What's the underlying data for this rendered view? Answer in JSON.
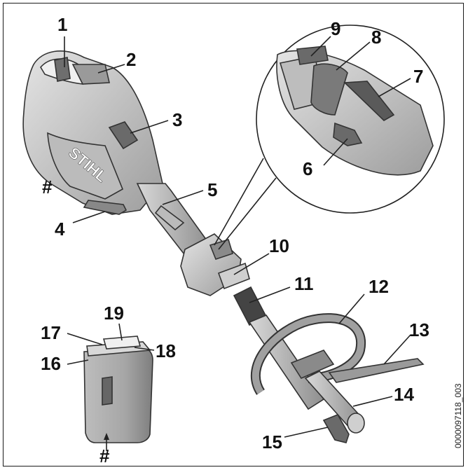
{
  "callouts": [
    {
      "id": "c1",
      "text": "1"
    },
    {
      "id": "c2",
      "text": "2"
    },
    {
      "id": "c3",
      "text": "3"
    },
    {
      "id": "c4",
      "text": "4"
    },
    {
      "id": "c5",
      "text": "5"
    },
    {
      "id": "c6",
      "text": "6"
    },
    {
      "id": "c7",
      "text": "7"
    },
    {
      "id": "c8",
      "text": "8"
    },
    {
      "id": "c9",
      "text": "9"
    },
    {
      "id": "c10",
      "text": "10"
    },
    {
      "id": "c11",
      "text": "11"
    },
    {
      "id": "c12",
      "text": "12"
    },
    {
      "id": "c13",
      "text": "13"
    },
    {
      "id": "c14",
      "text": "14"
    },
    {
      "id": "c15",
      "text": "15"
    },
    {
      "id": "c16",
      "text": "16"
    },
    {
      "id": "c17",
      "text": "17"
    },
    {
      "id": "c18",
      "text": "18"
    },
    {
      "id": "c19",
      "text": "19"
    }
  ],
  "hash_markers": [
    "#",
    "#"
  ],
  "brand_logo": "STIHL",
  "document_id": "0000097118_003",
  "colors": {
    "body_light": "#cfcfcf",
    "body_mid": "#a9a9a9",
    "body_dark": "#7a7a7a",
    "outline": "#333333"
  }
}
